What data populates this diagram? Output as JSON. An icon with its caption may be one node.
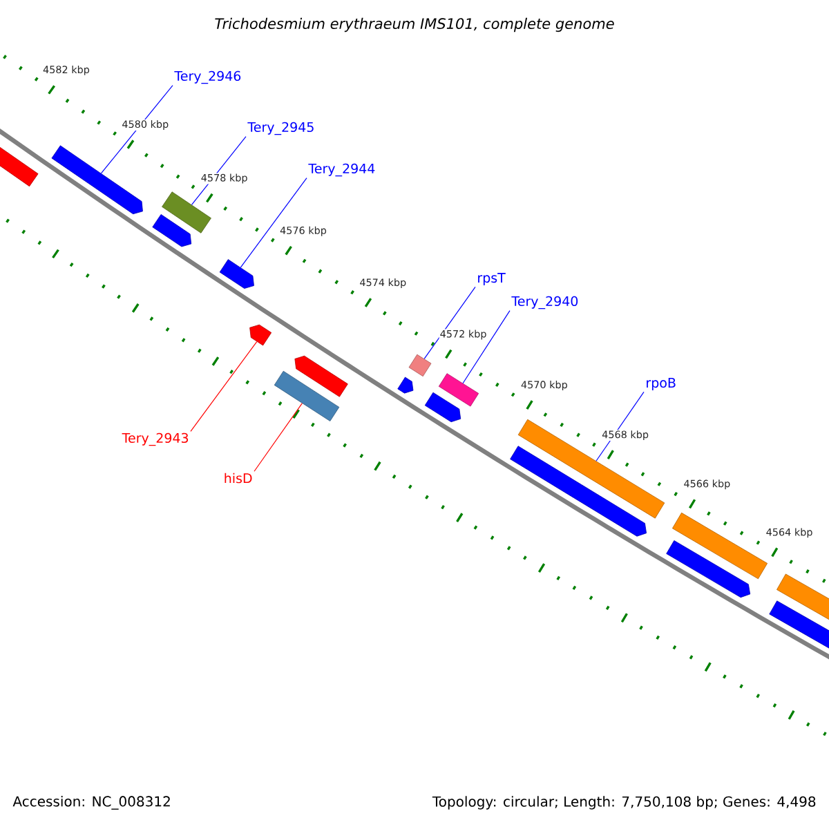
{
  "diagram": {
    "title": "Trichodesmium erythraeum IMS101, complete genome",
    "nodes": [
      {
        "text": [],
        "shape": "bar"
      },
      {
        "text": [],
        "shape": "pentagon"
      },
      {
        "text": [],
        "shape": "pentagon"
      },
      {
        "text": [],
        "shape": "bar"
      },
      {
        "text": [],
        "shape": "pentagon"
      },
      {
        "text": [],
        "shape": "pentagon"
      },
      {
        "text": [],
        "shape": "bar"
      },
      {
        "text": [],
        "shape": "pentagon"
      },
      {
        "text": [],
        "shape": "pentagon"
      },
      {
        "text": [],
        "shape": "bar"
      },
      {
        "text": [],
        "shape": "pentagon"
      },
      {
        "text": [],
        "shape": "bar"
      },
      {
        "text": [],
        "shape": "pentagon"
      },
      {
        "text": [],
        "shape": "bar"
      },
      {
        "text": [],
        "shape": "pentagon"
      },
      {
        "text": [],
        "shape": "bar"
      },
      {
        "text": [],
        "shape": "bar"
      },
      {
        "text": [],
        "shape": "bar"
      },
      {
        "text": [
          "Tery_2946"
        ]
      },
      {
        "text": [
          "Tery_2945"
        ]
      },
      {
        "text": [
          "Tery_2944"
        ]
      },
      {
        "text": [
          "rpsT"
        ]
      },
      {
        "text": [
          "Tery_2940"
        ]
      },
      {
        "text": [
          "rpoB"
        ]
      },
      {
        "text": [
          "Tery_2943"
        ]
      },
      {
        "text": [
          "hisD"
        ]
      }
    ],
    "edges": [
      {
        "from": 18,
        "to": 1,
        "arrow": "none"
      },
      {
        "from": 19,
        "to": 3,
        "arrow": "none"
      },
      {
        "from": 20,
        "to": 4,
        "arrow": "none"
      },
      {
        "from": 21,
        "to": 9,
        "arrow": "none"
      },
      {
        "from": 22,
        "to": 11,
        "arrow": "none"
      },
      {
        "from": 23,
        "to": 13,
        "arrow": "none"
      },
      {
        "from": 24,
        "to": 5,
        "arrow": "none",
        "color": "#ff0000"
      },
      {
        "from": 25,
        "to": 6,
        "arrow": "none",
        "color": "#ff0000"
      }
    ],
    "labels": [
      "4582 kbp",
      "4580 kbp",
      "4578 kbp",
      "4576 kbp",
      "4574 kbp",
      "4572 kbp",
      "4570 kbp",
      "4568 kbp",
      "4566 kbp",
      "4564 kbp",
      "Accession: NC_008312",
      "Topology: circular; Length: 7,750,108 bp; Genes: 4,498"
    ]
  }
}
